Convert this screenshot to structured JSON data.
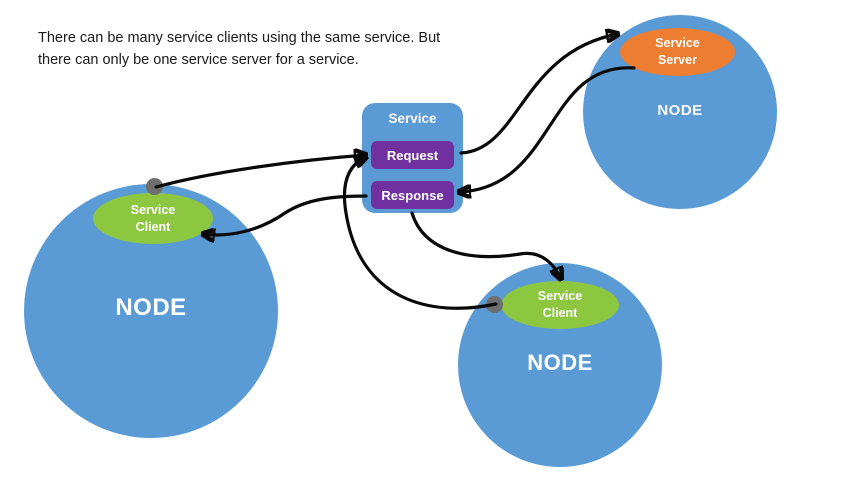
{
  "caption": {
    "text": "There can be many service clients using the same service. But\nthere can only be one service server for a service."
  },
  "colors": {
    "node_blue": "#5B9BD5",
    "service_box_blue": "#5B9BD5",
    "slot_purple": "#7030A0",
    "client_green": "#8DC63F",
    "server_orange": "#ED7D31",
    "connection_dot_gray": "#6E6E6E",
    "arrow_black": "#0A0A0A",
    "text_white": "#FFFFFF",
    "caption_text": "#1A1A1A",
    "background": "#FFFFFF"
  },
  "service": {
    "title": "Service",
    "slots": [
      {
        "label": "Request"
      },
      {
        "label": "Response"
      }
    ]
  },
  "nodes": [
    {
      "id": "node-left",
      "label": "NODE",
      "role": {
        "kind": "client",
        "line1": "Service",
        "line2": "Client"
      }
    },
    {
      "id": "node-top-right",
      "label": "NODE",
      "role": {
        "kind": "server",
        "line1": "Service",
        "line2": "Server"
      }
    },
    {
      "id": "node-bottom-right",
      "label": "NODE",
      "role": {
        "kind": "client",
        "line1": "Service",
        "line2": "Client"
      }
    }
  ],
  "connections": [
    {
      "id": "client-left-to-request",
      "from": "node-left-client",
      "to": "service-request",
      "arrowhead": true
    },
    {
      "id": "response-to-client-left",
      "from": "service-response",
      "to": "node-left-client",
      "arrowhead": true
    },
    {
      "id": "request-to-server",
      "from": "service-request",
      "to": "node-top-right-server",
      "arrowhead": true
    },
    {
      "id": "server-to-response",
      "from": "node-top-right-server",
      "to": "service-response",
      "arrowhead": true
    },
    {
      "id": "client-bottom-to-request",
      "from": "node-bottom-right-client",
      "to": "service-request",
      "arrowhead": true
    },
    {
      "id": "response-to-client-bottom",
      "from": "service-response",
      "to": "node-bottom-right-client",
      "arrowhead": true
    }
  ]
}
